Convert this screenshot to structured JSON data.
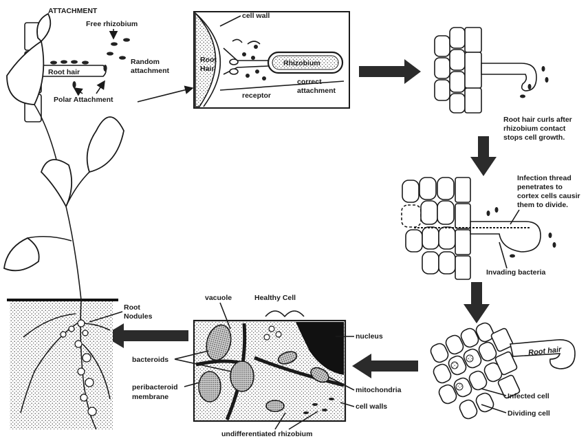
{
  "panel1": {
    "heading": "ATTACHMENT",
    "free_rhizobium": "Free rhizobium",
    "random": [
      "Random",
      "attachment"
    ],
    "root_hair": "Root hair",
    "polar": "Polar Attachment"
  },
  "panel2": {
    "cell_wall": "cell wall",
    "root_hair": [
      "Root",
      "Hair"
    ],
    "rhizobium": "Rhizobium",
    "receptor": "receptor",
    "correct": [
      "correct",
      "attachment"
    ]
  },
  "panel3": {
    "caption": [
      "Root hair curls after",
      "rhizobium contact",
      "stops cell growth."
    ]
  },
  "panel4": {
    "caption": [
      "Infection thread",
      "penetrates to",
      "cortex cells causir",
      "them to divide."
    ],
    "invading": "Invading bacteria"
  },
  "panel5": {
    "root_hair": "Root hair",
    "infected": "Infected cell",
    "dividing": "Dividing cell"
  },
  "panel6": {
    "vacuole": "vacuole",
    "healthy": "Healthy Cell",
    "nucleus": "nucleus",
    "bacteroids": "bacteroids",
    "peribacteroid": [
      "peribacteroid",
      "membrane"
    ],
    "mitochondria": "mitochondria",
    "cell_walls": "cell walls",
    "undiff": "undifferentiated rhizobium"
  },
  "panel7": {
    "root_nodules": [
      "Root",
      "Nodules"
    ]
  }
}
